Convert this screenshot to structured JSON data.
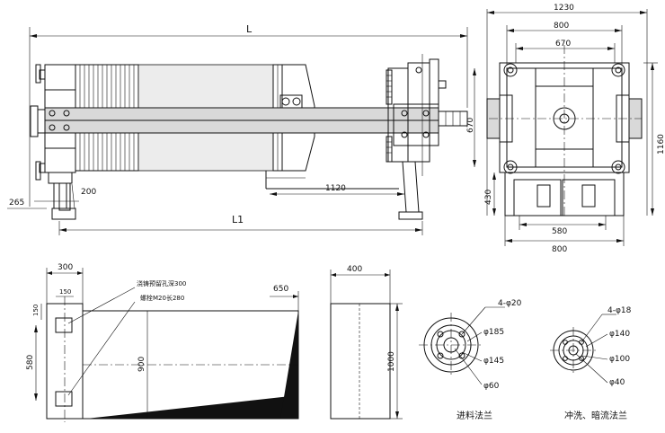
{
  "front_view": {
    "dim_L": "L",
    "dim_L1": "L1",
    "dim_1120": "1120",
    "dim_200": "200",
    "dim_265": "265"
  },
  "side_view": {
    "dim_1230": "1230",
    "dim_800_top": "800",
    "dim_670_width": "670",
    "dim_670_height": "670",
    "dim_1160": "1160",
    "dim_430": "430",
    "dim_580": "580",
    "dim_800_bottom": "800"
  },
  "foundation": {
    "dim_300": "300",
    "dim_150_w": "150",
    "dim_150_h": "150",
    "dim_580": "580",
    "dim_900": "900",
    "dim_650": "650",
    "dim_400": "400",
    "dim_1000": "1000",
    "note_reserved_hole": "浇铸预留孔深300",
    "note_bolt": "螺栓M20长280"
  },
  "flange_feed": {
    "holes": "4-φ20",
    "d1": "φ185",
    "d2": "φ145",
    "d3": "φ60",
    "caption": "进料法兰"
  },
  "flange_wash": {
    "holes": "4-φ18",
    "d1": "φ140",
    "d2": "φ100",
    "d3": "φ40",
    "caption": "冲洗、暗流法兰"
  }
}
